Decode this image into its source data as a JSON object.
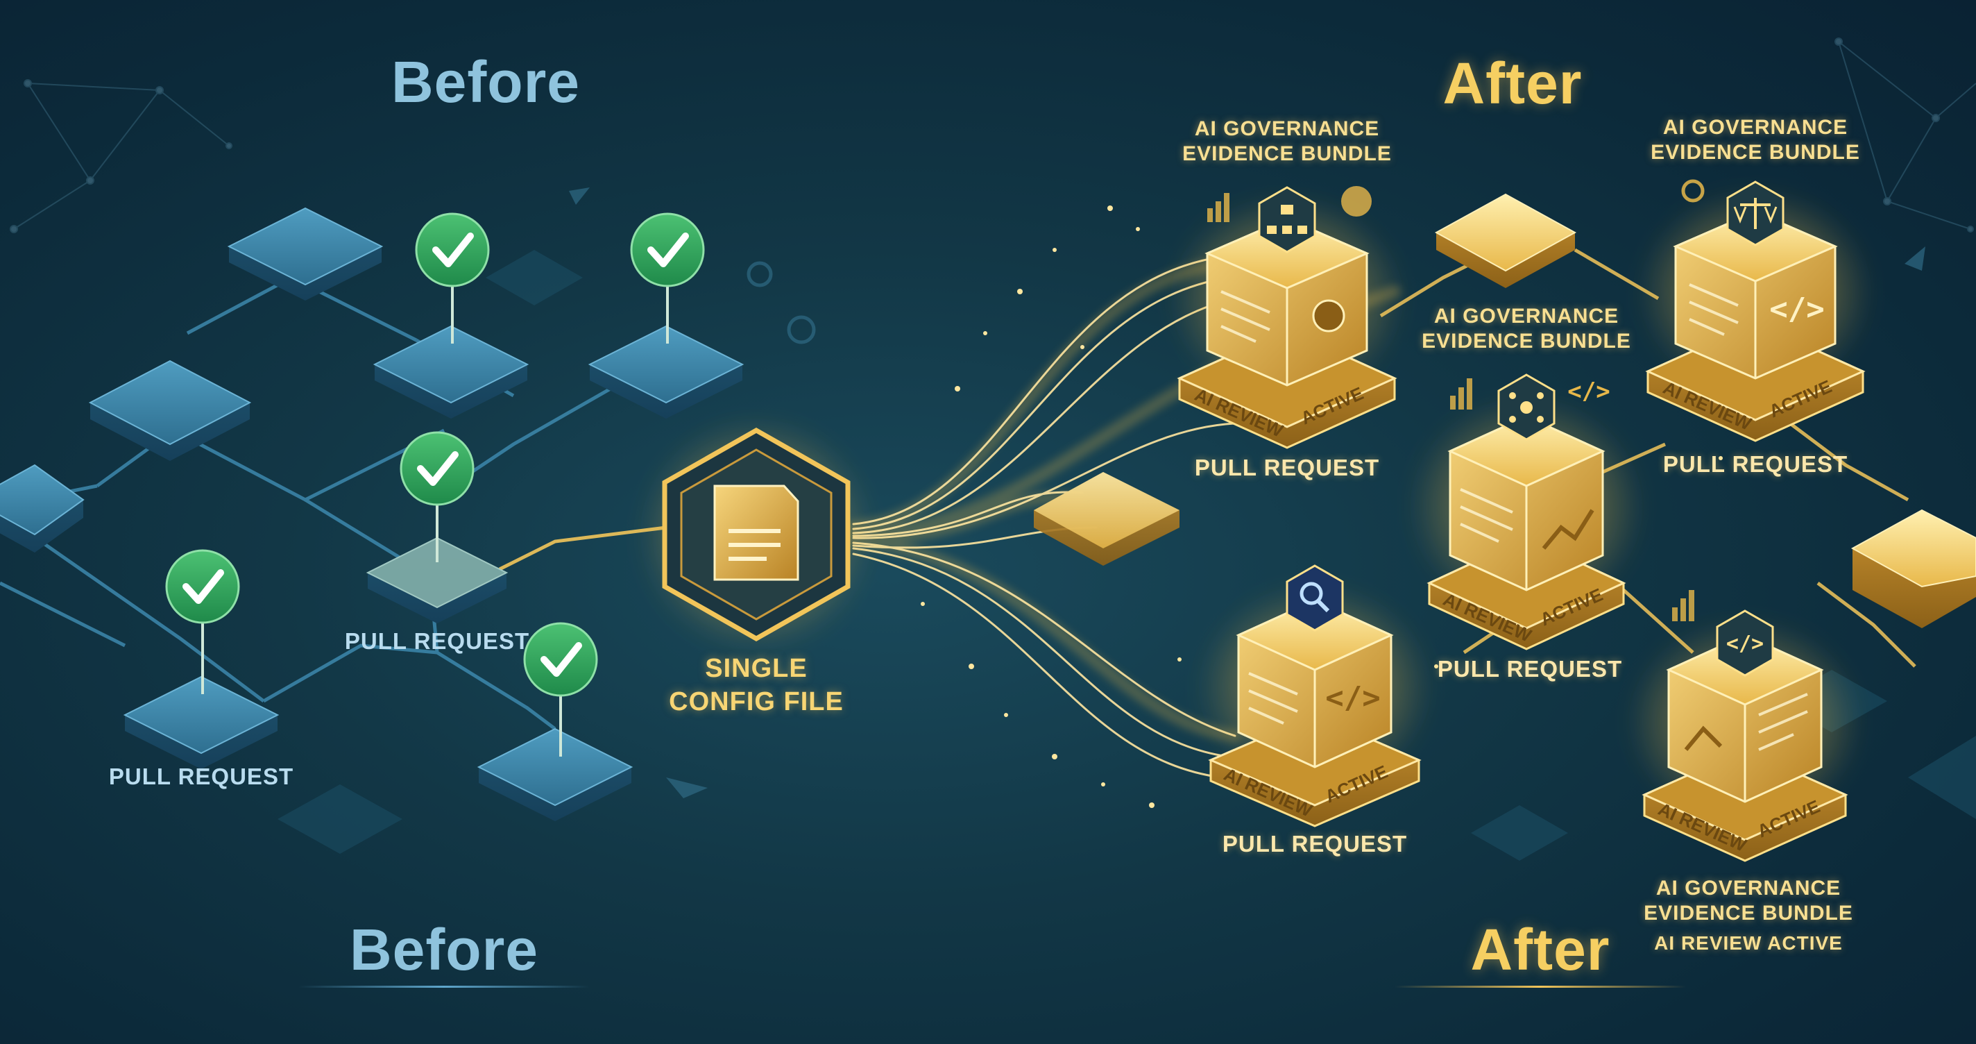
{
  "titles": {
    "before_top": "Before",
    "after_top": "After",
    "before_bottom": "Before",
    "after_bottom": "After"
  },
  "center": {
    "line1": "SINGLE",
    "line2": "CONFIG FILE"
  },
  "before_labels": {
    "pr_middle": "PULL REQUEST",
    "pr_left": "PULL REQUEST"
  },
  "after_labels": {
    "gov_line1": "AI GOVERNANCE",
    "gov_line2": "EVIDENCE BUNDLE",
    "pr": "PULL REQUEST",
    "ai_review": "AI REVIEW",
    "active": "ACTIVE",
    "ai_review_active": "AI REVIEW ACTIVE"
  },
  "icons": [
    "check-icon",
    "document-icon",
    "org-chart-icon",
    "pie-chart-icon",
    "scale-icon",
    "code-icon",
    "network-icon",
    "search-icon"
  ],
  "colors": {
    "background": "#123746",
    "blue_tile": "#2f7fa3",
    "gold": "#f2c55a",
    "check_green": "#34a853",
    "before_text": "#8fc3dd",
    "after_text": "#f6cf62"
  }
}
